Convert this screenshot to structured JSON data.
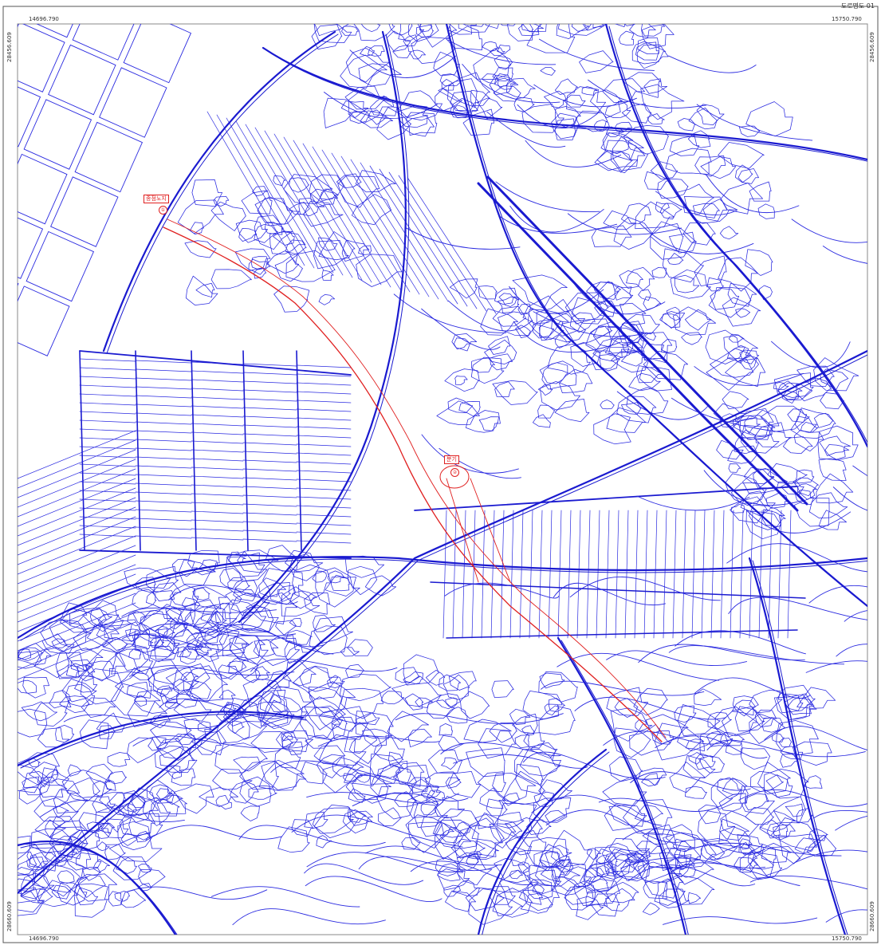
{
  "sheet": {
    "sheet_id": "도로명도 01",
    "coords": {
      "top_left_x": "14696.790",
      "top_right_x": "15750.790",
      "bottom_left_x": "14696.790",
      "bottom_right_x": "15750.790",
      "top_left_y": "28456.609",
      "top_right_y": "28456.609",
      "bottom_left_y": "28660.609",
      "bottom_right_y": "28660.609"
    }
  },
  "annotations": {
    "start_label": "종점노지",
    "start_num": "①",
    "mid_label": "분기",
    "mid_num": "②"
  },
  "colors": {
    "parcel": "#2a2ae0",
    "road": "#1a1ad0",
    "route": "#e02020",
    "frame": "#555555"
  }
}
